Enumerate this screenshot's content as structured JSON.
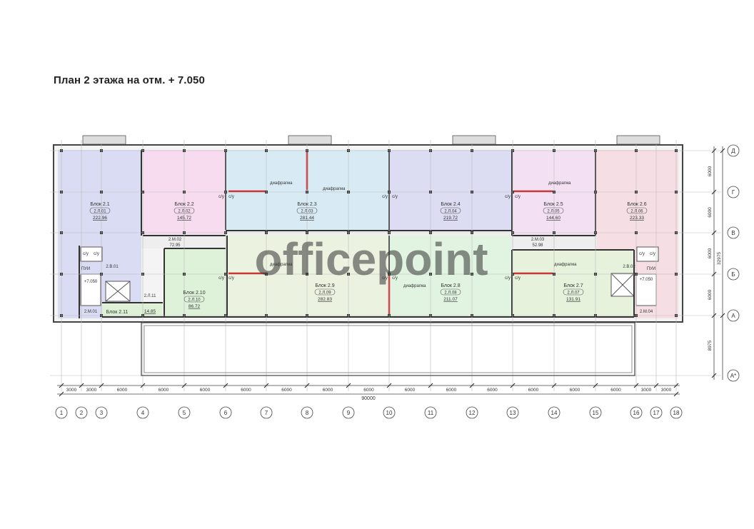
{
  "title": "План 2 этажа на отм. + 7.050",
  "watermark": "officepoint",
  "colors": {
    "block_2_1": "#d9dcf3",
    "block_2_2": "#f6dcee",
    "block_2_3": "#d8ebf4",
    "block_2_4": "#dcdcf2",
    "block_2_5": "#f3e1f3",
    "block_2_6": "#f6dfe4",
    "block_2_7": "#e6f2dc",
    "block_2_8": "#e1f4e1",
    "block_2_9": "#ecf2e0",
    "block_2_10": "#ddf2d8",
    "block_2_11": "#def0d6",
    "corridor": "#eeeeee",
    "diaphragm": "#cc2222"
  },
  "blocks": {
    "b2_1": {
      "name": "Блок 2.1",
      "code": "2.Л.01",
      "area": "222.96"
    },
    "b2_2": {
      "name": "Блок 2.2",
      "code": "2.Л.02",
      "area": "145.72"
    },
    "b2_3": {
      "name": "Блок 2.3",
      "code": "2.Л.03",
      "area": "281.44"
    },
    "b2_4": {
      "name": "Блок 2.4",
      "code": "2.Л.04",
      "area": "219.72"
    },
    "b2_5": {
      "name": "Блок 2.5",
      "code": "2.Л.05",
      "area": "144.60"
    },
    "b2_6": {
      "name": "Блок 2.6",
      "code": "2.Л.06",
      "area": "223.33"
    },
    "b2_7": {
      "name": "Блок 2.7",
      "code": "2.Л.07",
      "area": "131.91"
    },
    "b2_8": {
      "name": "Блок 2.8",
      "code": "2.Л.08",
      "area": "211.07"
    },
    "b2_9": {
      "name": "Блок 2.9",
      "code": "2.Л.09",
      "area": "282.83"
    },
    "b2_10": {
      "name": "Блок 2.10",
      "code": "2.Л.10",
      "area": "86.72"
    },
    "b2_11": {
      "name": "Блок 2.11",
      "code": "2.Л.11",
      "area": "14.85"
    }
  },
  "rooms": {
    "m02": {
      "code": "2.М.02",
      "area": "72.95"
    },
    "m03": {
      "code": "2.М.03",
      "area": "52.98"
    },
    "m01": "2.М.01",
    "m04": "2.М.04",
    "v01": "2.В.01",
    "v02": "2.В.02",
    "stair_level": "+7.050",
    "stair_tag": "ПУИ",
    "wc": "с/у",
    "diaphragm": "диафрагма"
  },
  "dimensions": {
    "spans": [
      "3000",
      "3000",
      "6000",
      "6000",
      "6000",
      "6000",
      "6000",
      "6000",
      "6000",
      "6000",
      "6000",
      "6000",
      "6000",
      "6000",
      "6000",
      "3000",
      "3000"
    ],
    "total": "90000",
    "right_spans": [
      "6000",
      "6000",
      "6000",
      "6000",
      "8975"
    ],
    "right_total": "32975"
  },
  "axes": {
    "columns": [
      "1",
      "2",
      "3",
      "4",
      "5",
      "6",
      "7",
      "8",
      "9",
      "10",
      "11",
      "12",
      "13",
      "14",
      "15",
      "16",
      "17",
      "18"
    ],
    "rows": [
      "Д",
      "Г",
      "В",
      "Б",
      "А",
      "А*"
    ]
  }
}
